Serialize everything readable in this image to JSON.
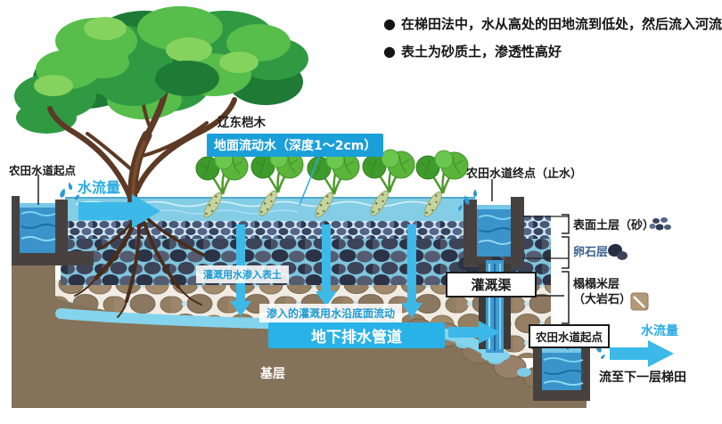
{
  "bullets": {
    "marker": "●",
    "items": [
      "在梯田法中，水从高处的田地流到低处，然后流入河流",
      "表土为砂质土，渗透性高好"
    ]
  },
  "labels": {
    "tree_name": "辽东桤木",
    "surface_water": "地面流动水（深度1～2cm）",
    "waterway_start_top": "农田水道起点",
    "flow_rate_top": "水流量",
    "waterway_end": "农田水道终点（止水）",
    "seep_topsoil": "灌溉用水渗入表土",
    "irrigation_channel": "灌溉渠",
    "seep_bottom_flow": "渗入的灌溉用水沿底面流动",
    "underground_drain": "地下排水管道",
    "base_layer": "基层",
    "waterway_start_bottom": "农田水道起点",
    "flow_rate_bottom": "水流量",
    "to_next_terrace": "流至下一层梯田"
  },
  "legend": {
    "items": [
      {
        "label": "表面土层（砂）",
        "icon": "sand-pebbles-icon"
      },
      {
        "label": "卵石层",
        "icon": "cobblestone-icon"
      },
      {
        "label": "榻榻米层",
        "label2": "（大岩石）",
        "icon": "large-rock-icon"
      }
    ]
  },
  "colors": {
    "accent_blue": "#29abe2",
    "label_box_blue": "#1b9fd9",
    "water_light": "#84cde6",
    "water_deep": "#3a93c9",
    "soil_brown": "#84735a",
    "structure_gray": "#474240",
    "cobble_label_blue": "#3a6391"
  }
}
